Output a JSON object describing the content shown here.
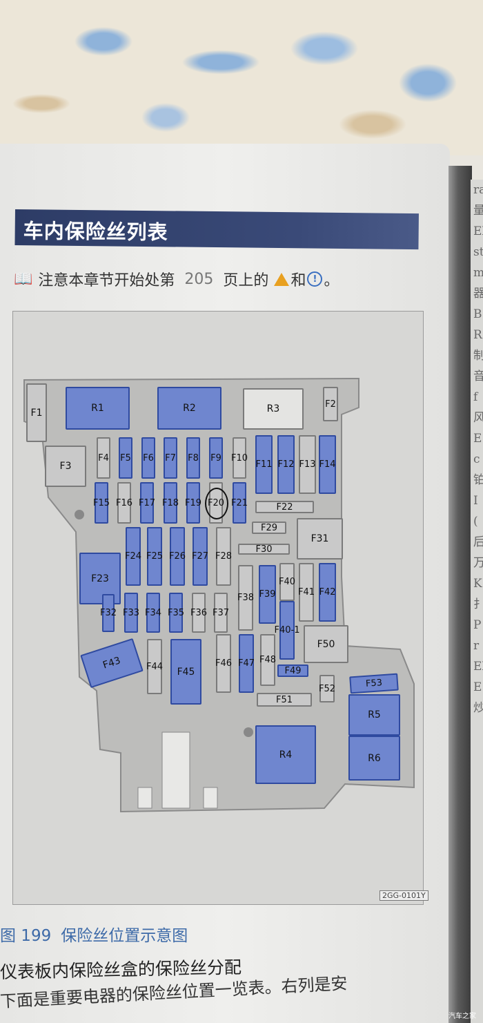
{
  "title": "车内保险丝列表",
  "note": {
    "prefix": "注意本章节开始处第",
    "page": "205",
    "suffix": "页上的",
    "and": "和",
    "end": "。",
    "warning_icon": "warning-triangle",
    "info_icon": "info-circle"
  },
  "diagram": {
    "code": "2GG-0101Y",
    "relays": {
      "R1": "R1",
      "R2": "R2",
      "R3": "R3",
      "R4": "R4",
      "R5": "R5",
      "R6": "R6"
    },
    "fuses": {
      "F1": "F1",
      "F2": "F2",
      "F3": "F3",
      "F4": "F4",
      "F5": "F5",
      "F6": "F6",
      "F7": "F7",
      "F8": "F8",
      "F9": "F9",
      "F10": "F10",
      "F11": "F11",
      "F12": "F12",
      "F13": "F13",
      "F14": "F14",
      "F15": "F15",
      "F16": "F16",
      "F17": "F17",
      "F18": "F18",
      "F19": "F19",
      "F20": "F20",
      "F21": "F21",
      "F22": "F22",
      "F23": "F23",
      "F24": "F24",
      "F25": "F25",
      "F26": "F26",
      "F27": "F27",
      "F28": "F28",
      "F29": "F29",
      "F30": "F30",
      "F31": "F31",
      "F32": "F32",
      "F33": "F33",
      "F34": "F34",
      "F35": "F35",
      "F36": "F36",
      "F37": "F37",
      "F38": "F38",
      "F39": "F39",
      "F40": "F40",
      "F40_1": "F40-1",
      "F41": "F41",
      "F42": "F42",
      "F43": "F43",
      "F44": "F44",
      "F45": "F45",
      "F46": "F46",
      "F47": "F47",
      "F48": "F48",
      "F49": "F49",
      "F50": "F50",
      "F51": "F51",
      "F52": "F52",
      "F53": "F53"
    }
  },
  "caption": {
    "fig": "图 199",
    "text": "保险丝位置示意图"
  },
  "heading": "仪表板内保险丝盒的保险丝分配",
  "body": "下面是重要电器的保险丝位置一览表。右列是安",
  "next_page_fragments": [
    "ra",
    "量",
    "El",
    "st",
    "m",
    "器",
    "B",
    "R",
    "制",
    "音",
    "f",
    "风",
    "E",
    "c",
    "铂",
    "I",
    "(",
    "后",
    "万",
    "K",
    "扌",
    "P",
    "r",
    "El",
    "E",
    "炒"
  ],
  "watermark": "汽车之家"
}
